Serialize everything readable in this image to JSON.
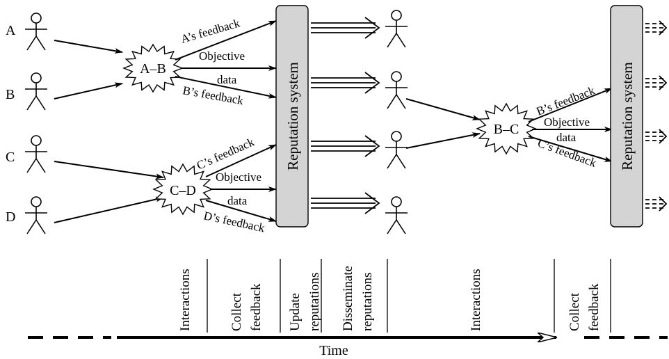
{
  "agents": [
    {
      "label": "A"
    },
    {
      "label": "B"
    },
    {
      "label": "C"
    },
    {
      "label": "D"
    }
  ],
  "interactions": [
    {
      "label": "A–B",
      "feedback_top": "A’s feedback",
      "objective_1": "Objective",
      "objective_2": "data",
      "feedback_bottom": "B’s feedback"
    },
    {
      "label": "C–D",
      "feedback_top": "C’s feedback",
      "objective_1": "Objective",
      "objective_2": "data",
      "feedback_bottom": "D’s feedback"
    },
    {
      "label": "B–C",
      "feedback_top": "B’s feedback",
      "objective_1": "Objective",
      "objective_2": "data",
      "feedback_bottom": "C’s feedback"
    }
  ],
  "reputation_systems": [
    {
      "label": "Reputation system"
    },
    {
      "label": "Reputation system"
    }
  ],
  "timeline": {
    "axis_label": "Time",
    "phases": [
      {
        "lines": [
          "Interactions"
        ]
      },
      {
        "lines": [
          "Collect",
          "feedback"
        ]
      },
      {
        "lines": [
          "Update",
          "reputations"
        ]
      },
      {
        "lines": [
          "Disseminate",
          "reputations"
        ]
      },
      {
        "lines": [
          "Interactions"
        ]
      },
      {
        "lines": [
          "Collect",
          "feedback"
        ]
      }
    ]
  }
}
